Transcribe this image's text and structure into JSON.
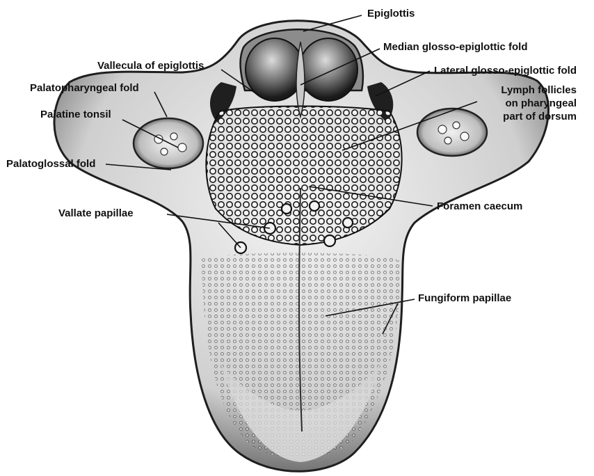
{
  "diagram": {
    "subject": "tongue-dorsum-illustration",
    "labels": {
      "epiglottis": "Epiglottis",
      "median_fold": "Median glosso-epiglottic fold",
      "vallecula": "Vallecula of epiglottis",
      "lateral_fold": "Lateral glosso-epiglottic fold",
      "palatopharyngeal": "Palatopharyngeal fold",
      "lymph_line1": "Lymph follicles",
      "lymph_line2": "on pharyngeal",
      "lymph_line3": "part of dorsum",
      "palatine_tonsil": "Palatine tonsil",
      "palatoglossal": "Palatoglossal fold",
      "foramen_caecum": "Foramen caecum",
      "vallate": "Vallate papillae",
      "fungiform": "Fungiform papillae"
    },
    "colors": {
      "ink": "#111111",
      "paper": "#ffffff",
      "tissue_light": "#e6e6e6",
      "tissue_mid": "#9a9a9a",
      "tissue_dark": "#2a2a2a"
    }
  }
}
